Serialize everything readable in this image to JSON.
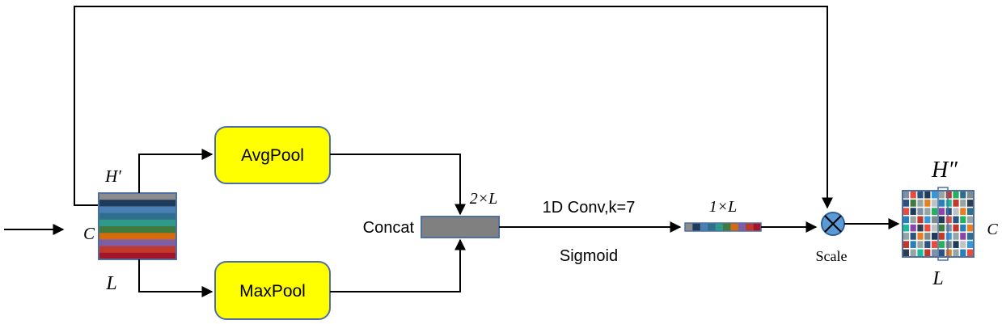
{
  "labels": {
    "avgpool": "AvgPool",
    "maxpool": "MaxPool",
    "concat": "Concat",
    "conv": "1D Conv,k=7",
    "sigmoid": "Sigmoid",
    "scale": "Scale",
    "h_prime": "H′",
    "c_in": "C",
    "l_in": "L",
    "two_l": "2×L",
    "one_l": "1×L",
    "h_double": "H″",
    "c_out": "C",
    "l_out": "L"
  },
  "colors": {
    "block_fill": "#ffff00",
    "block_stroke": "#4f6fa3",
    "concat_fill": "#808080",
    "scale_fill": "#5b9bd5",
    "arrow": "#000000",
    "input_rows": [
      "#8c8c8c",
      "#1f3b5c",
      "#4a7fb4",
      "#2e6f8e",
      "#2f9a8a",
      "#3f7a3f",
      "#d46b0e",
      "#7f5fa4",
      "#c0392b",
      "#a3162a"
    ],
    "vector_cells": [
      "#8c8c8c",
      "#1f3b5c",
      "#4a7fb4",
      "#2e6f8e",
      "#2f9a8a",
      "#3f7a3f",
      "#d46b0e",
      "#7f5fa4",
      "#c0392b",
      "#a3162a"
    ],
    "grid_cells": [
      "#7f8fa6",
      "#e74c3c",
      "#2c5282",
      "#1f3b5c",
      "#3498db",
      "#95a5a6",
      "#c0392b",
      "#27ae60",
      "#2e6f8e",
      "#7f8c8d",
      "#2c5282",
      "#3f7a3f",
      "#95a5a6",
      "#e67e22",
      "#bdc3c7",
      "#2980b9",
      "#1abc9c",
      "#c0392b",
      "#95a5a6",
      "#2c3e50",
      "#e74c3c",
      "#1f3b5c",
      "#7f8fa6",
      "#95a5a6",
      "#27ae60",
      "#8e44ad",
      "#2c5282",
      "#bdc3c7",
      "#e67e22",
      "#2e6f8e",
      "#2980b9",
      "#95a5a6",
      "#c0392b",
      "#3498db",
      "#7f8c8d",
      "#1f3b5c",
      "#e74c3c",
      "#2c5282",
      "#27ae60",
      "#95a5a6",
      "#1abc9c",
      "#8e44ad",
      "#2c3e50",
      "#e74c3c",
      "#bdc3c7",
      "#3f7a3f",
      "#7f8fa6",
      "#c0392b",
      "#2980b9",
      "#e67e22",
      "#95a5a6",
      "#2c5282",
      "#e67e22",
      "#7f8c8d",
      "#1f3b5c",
      "#c0392b",
      "#3498db",
      "#95a5a6",
      "#8e44ad",
      "#2e6f8e",
      "#c0392b",
      "#2980b9",
      "#95a5a6",
      "#2c5282",
      "#e74c3c",
      "#27ae60",
      "#7f8c8d",
      "#1f3b5c",
      "#bdc3c7",
      "#3498db",
      "#2c3e50",
      "#95a5a6",
      "#1abc9c",
      "#c0392b",
      "#7f8fa6",
      "#2c5282",
      "#e67e22",
      "#95a5a6",
      "#2980b9",
      "#e74c3c"
    ]
  }
}
